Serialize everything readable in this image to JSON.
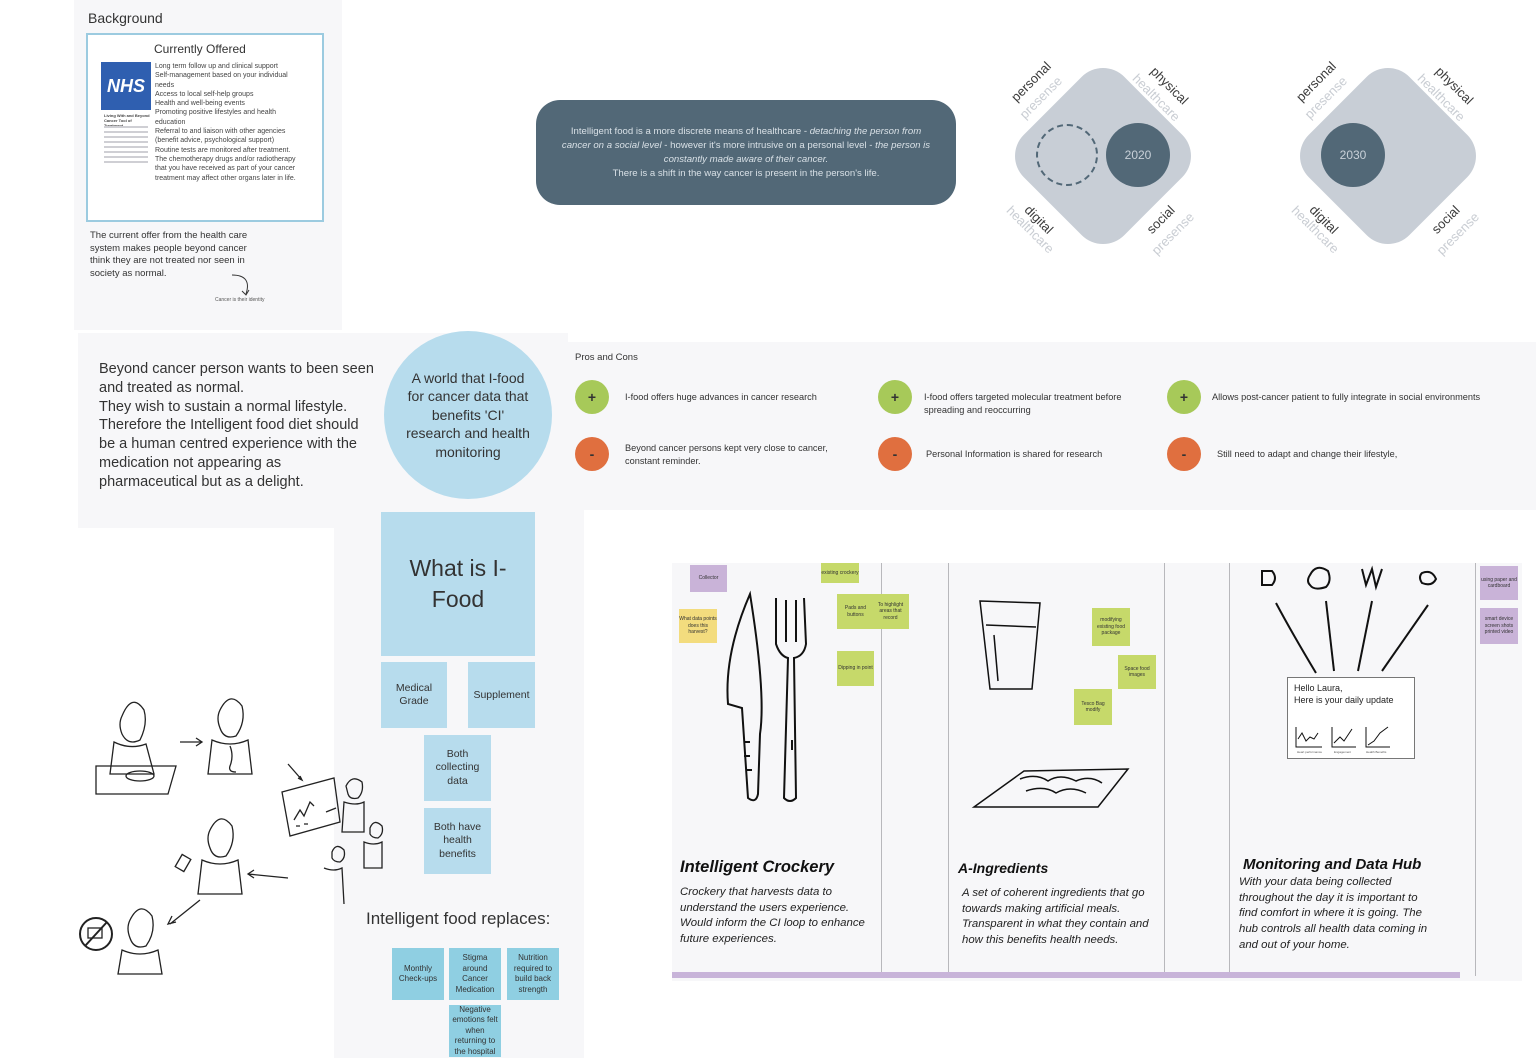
{
  "background": {
    "title": "Background",
    "card_title": "Currently Offered",
    "logo": "NHS",
    "logo_subtitle": "Living With and Beyond Cancer Tool of Treatment",
    "offered_items": [
      "Long term follow up and clinical support",
      "Self-management based on your individual needs",
      "Access to local self-help groups",
      "Health and well-being events",
      "Promoting positive lifestyles and health education",
      " Referral to and liaison with other agencies (benefit advice, psychological support)",
      "Routine tests are monitored after treatment.",
      "The chemotherapy drugs and/or radiotherapy that you have received as part of your cancer treatment may affect other organs later in life."
    ],
    "note": "The current offer from the health care system makes people beyond cancer think they are not treated nor seen in society as normal.",
    "identity_note": "Cancer is their identity"
  },
  "intelligent_box": {
    "text_1": "Intelligent food is a more discrete means of healthcare - ",
    "text_2": "detaching the person from cancer on a social level",
    "text_3": " - however it's more intrusive on a personal level - ",
    "text_4": "the person is constantly made aware of their cancer.",
    "text_5": "There is a shift in the way cancer is present in the person's life."
  },
  "diamonds": [
    {
      "year": "2020",
      "personal": "personal",
      "personal_sub": "presense",
      "physical": "physical",
      "physical_sub": "healthcare",
      "digital": "digital",
      "digital_sub": "healthcare",
      "social": "social",
      "social_sub": "presense"
    },
    {
      "year": "2030",
      "personal": "personal",
      "personal_sub": "presense",
      "physical": "physical",
      "physical_sub": "healthcare",
      "digital": "digital",
      "digital_sub": "healthcare",
      "social": "social",
      "social_sub": "presense"
    }
  ],
  "beyond": {
    "text": "Beyond cancer person wants to been seen and treated as normal.\nThey wish to sustain a normal lifestyle. Therefore the Intelligent food diet should be a human centred experience with the medication not appearing as pharmaceutical but as a delight."
  },
  "world_circle": "A world that I-food for cancer data that benefits 'CI' research and health monitoring",
  "pros_cons": {
    "title": "Pros and Cons",
    "plus_symbol": "+",
    "minus_symbol": "-",
    "pros": [
      "I-food offers huge advances in cancer research",
      "I-food offers targeted molecular treatment before spreading and reoccurring",
      "Allows post-cancer patient to fully integrate in social environments"
    ],
    "cons": [
      "Beyond cancer persons kept very close to cancer, constant reminder.",
      "Personal Information is shared for research",
      "Still need to adapt and change their lifestyle,"
    ]
  },
  "ifood": {
    "title": "What is I-Food",
    "medical": "Medical Grade",
    "supplement": "Supplement",
    "both_collecting": "Both collecting data",
    "both_benefits": "Both have health benefits",
    "replaces_title": "Intelligent food replaces:",
    "replaces": [
      "Monthly Check-ups",
      "Stigma around Cancer Medication",
      "Nutrition required to build back strength",
      "Negative emotions felt when returning to the hospital"
    ]
  },
  "board": {
    "stickies": {
      "collector": "Collector",
      "what_data": "What data points does this harvest?",
      "existing": "existing crockery",
      "pads": "Pads and buttons",
      "highlight": "To highlight areas that record",
      "dipping": "Dipping in point",
      "modifying": "modifying existing food package",
      "space_food": "Space food images",
      "tesco": "Tesco Bag modify",
      "paper": "using paper and cardboard",
      "smart": "smart device screen shots printed video"
    },
    "cards": [
      {
        "title": "Intelligent Crockery",
        "body": "Crockery that harvests data to understand the users experience.  Would inform the CI loop to enhance future experiences."
      },
      {
        "title": "A-Ingredients",
        "body": "A set of coherent ingredients that go towards making artificial meals.  Transparent in what they contain and how this benefits health needs."
      },
      {
        "title": "Monitoring and Data Hub",
        "body": "With your data being collected throughout the day it is important to find comfort in where it is going. The hub controls all health data coming in and out of your home."
      }
    ],
    "hub_greeting": "Hello Laura,\nHere is your daily update",
    "hub_labels": [
      "Heart performance",
      "Engagement",
      "Health Benefits"
    ]
  },
  "colors": {
    "dark_slate": "#526877",
    "diamond_grey": "#c8ced6",
    "light_blue": "#b7dced",
    "teal_sticky": "#8fcfe2",
    "plus_green": "#a7c959",
    "minus_orange": "#e06f3f",
    "sticky_yellow_green": "#c6d96a",
    "sticky_orange": "#f3dc7e",
    "sticky_purple": "#c9b3d8",
    "nhs_blue": "#2f5fb0"
  }
}
